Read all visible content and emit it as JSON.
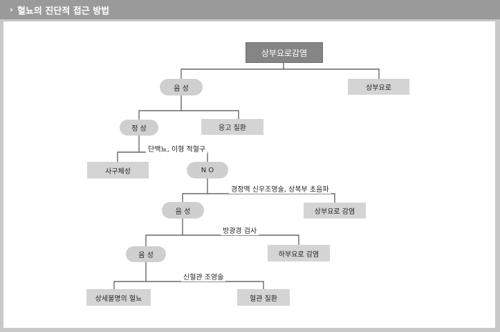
{
  "header": {
    "title": "혈뇨의 진단적 접근 방법"
  },
  "nodes": {
    "root": "상부요로감염",
    "n1_yes": "음 성",
    "n1_no": "상부요로",
    "n2_yes": "정 상",
    "n2_no": "응고 질환",
    "n3_yes": "사구체성",
    "n3_no": "N O",
    "n4_yes": "음 성",
    "n4_no": "상부요로 감염",
    "n5_yes": "음 성",
    "n5_no": "하부요로 감염",
    "n6_yes": "상세불명의 혈뇨",
    "n6_no": "혈관 질환"
  },
  "labels": {
    "l1": "단백뇨, 이형 적혈구",
    "l2": "경정맥 신우조영술, 상복부 초음파",
    "l3": "방광경 검사",
    "l4": "신혈관 조영술"
  }
}
